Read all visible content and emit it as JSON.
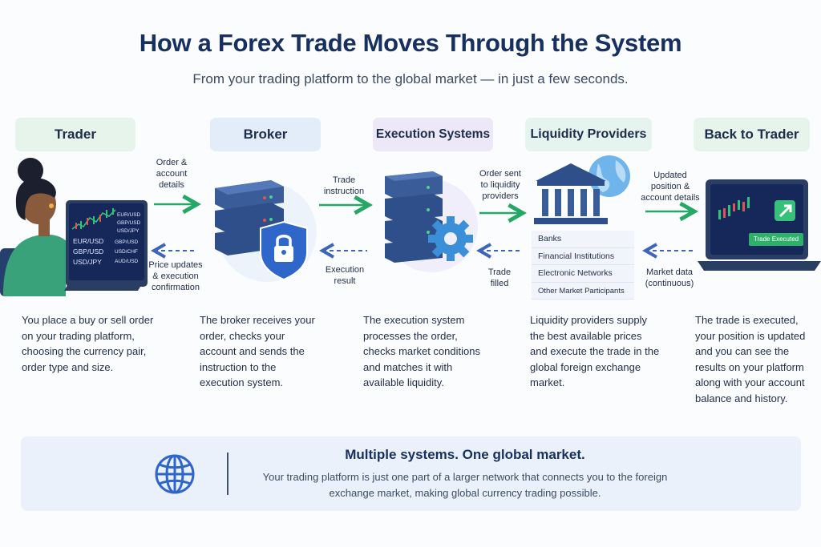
{
  "title": "How a Forex Trade Moves Through the System",
  "subtitle": "From your trading platform to the global market — in just a few seconds.",
  "stages": [
    {
      "label": "Trader",
      "color": "#e6f4ec",
      "description": "You place a buy or sell order on your trading platform, choosing the currency pair, order type and size."
    },
    {
      "label": "Broker",
      "color": "#e3edf9",
      "description": "The broker receives your order, checks your account and sends the instruction to the execution system."
    },
    {
      "label": "Execution Systems",
      "color": "#ece8f8",
      "description": "The execution system processes the order, checks market conditions and matches it with available liquidity."
    },
    {
      "label": "Liquidity Providers",
      "color": "#e6f4ef",
      "description": "Liquidity providers supply the best available prices and execute the trade in the global foreign exchange market."
    },
    {
      "label": "Back to Trader",
      "color": "#e6f4ec",
      "description": "The trade is executed, your position is updated and you can see the results on your platform along with your account balance and history."
    }
  ],
  "flows": {
    "trader_to_broker": "Order & account details",
    "broker_to_trader": "Price updates & execution confirmation",
    "broker_to_execution": "Trade instruction",
    "execution_to_broker": "Execution result",
    "execution_to_lp": "Order sent to liquidity providers",
    "lp_to_execution": "Trade filled",
    "lp_to_back": "Updated position & account details",
    "back_to_lp": "Market data (continuous)"
  },
  "trader_screen": {
    "pairs": [
      "EUR/USD",
      "GBP/USD",
      "USD/JPY"
    ],
    "right_pairs": [
      "EUR/USD",
      "GBP/USD",
      "USD/JPY"
    ],
    "lower_right": [
      "GBP/USD",
      "USD/CHF",
      "AUD/USD"
    ]
  },
  "liquidity_providers": [
    "Banks",
    "Financial Institutions",
    "Electronic Networks",
    "Other Market Participants"
  ],
  "back_screen": {
    "badge": "Trade Executed"
  },
  "summary": {
    "title": "Multiple systems. One global market.",
    "text": "Your trading platform is just one part of a larger network that connects you to the foreign exchange market, making global currency trading possible."
  },
  "colors": {
    "title": "#17305f",
    "arrow_green": "#25a866",
    "arrow_blue": "#3d66b8",
    "server": "#2f4f8a",
    "screen": "#1e3466",
    "lock_shield": "#2e66c9"
  }
}
